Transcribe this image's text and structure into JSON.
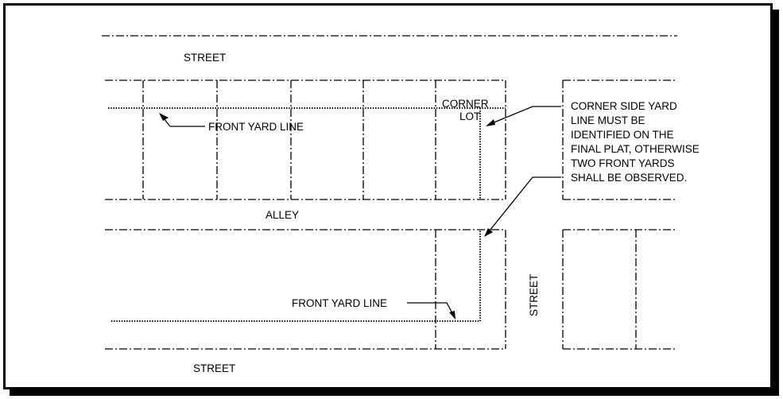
{
  "labels": {
    "street_top": "STREET",
    "street_bottom": "STREET",
    "street_vertical": "STREET",
    "alley": "ALLEY",
    "front_yard_line_top": "FRONT YARD LINE",
    "front_yard_line_bottom": "FRONT YARD LINE",
    "corner_lot_line1": "CORNER",
    "corner_lot_line2": "LOT",
    "note_lines": [
      "CORNER SIDE YARD",
      "LINE MUST BE",
      "IDENTIFIED ON THE",
      "FINAL PLAT, OTHERWISE",
      "TWO FRONT YARDS",
      "SHALL BE OBSERVED."
    ]
  },
  "colors": {
    "ink": "#000000",
    "paper": "#ffffff"
  }
}
